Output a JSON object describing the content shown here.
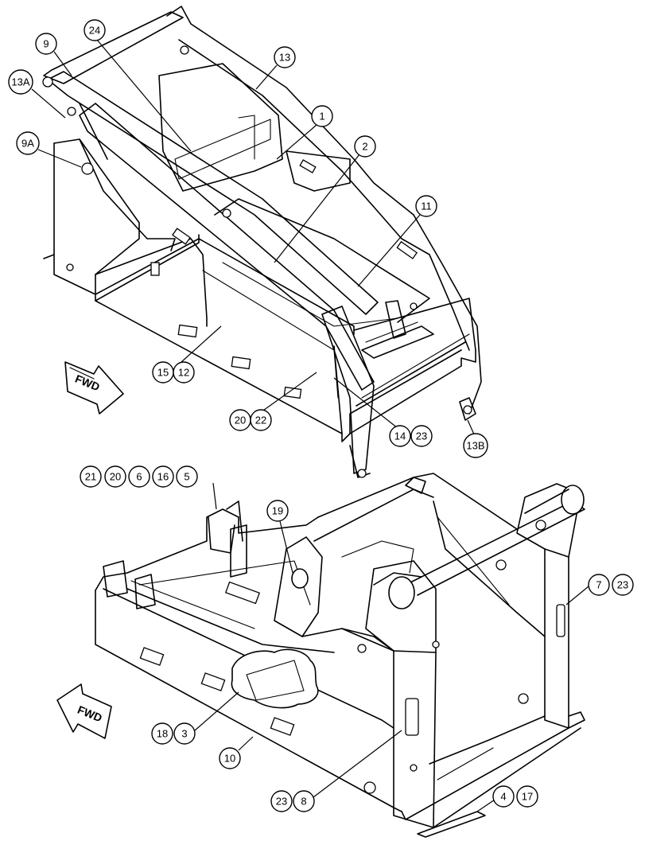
{
  "callouts": {
    "c9": "9",
    "c24": "24",
    "c13": "13",
    "c13A": "13A",
    "c1": "1",
    "c9A": "9A",
    "c2": "2",
    "c11": "11",
    "c15": "15",
    "c12": "12",
    "c20a": "20",
    "c22": "22",
    "c14": "14",
    "c23a": "23",
    "c13B": "13B",
    "c21": "21",
    "c20b": "20",
    "c6": "6",
    "c16": "16",
    "c5": "5",
    "c19": "19",
    "c7": "7",
    "c23b": "23",
    "c18": "18",
    "c3": "3",
    "c10": "10",
    "c23c": "23",
    "c8": "8",
    "c4": "4",
    "c17": "17"
  },
  "arrows": {
    "fwd_top": "FWD",
    "fwd_bottom": "FWD"
  }
}
